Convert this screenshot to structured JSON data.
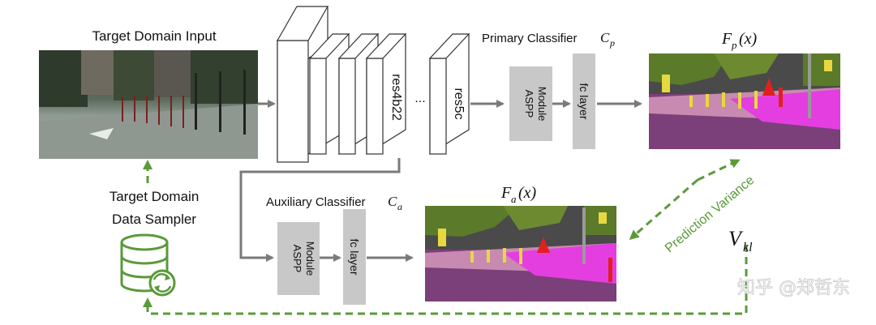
{
  "labels": {
    "target_input": "Target Domain Input",
    "sampler_line1": "Target Domain",
    "sampler_line2": "Data Sampler",
    "primary_text": "Primary Classifier",
    "primary_math": "C",
    "primary_sub": "p",
    "aux_text": "Auxiliary Classifier",
    "aux_math": "C",
    "aux_sub": "a",
    "res4b22": "res4b22",
    "res5c": "res5c",
    "dots": "...",
    "aspp_line1": "ASPP",
    "aspp_line2": "Module",
    "fc_layer": "fc layer",
    "fp_math": "F",
    "fp_sub": "p",
    "fp_arg": "(x)",
    "fa_math": "F",
    "fa_sub": "a",
    "fa_arg": "(x)",
    "pred_variance": "Prediction Variance",
    "vkl_math": "V",
    "vkl_sub": "kl",
    "watermark": "知乎 @郑哲东"
  },
  "colors": {
    "arrow_gray": "#7a7a7a",
    "box_gray": "#c8c8c8",
    "accent_green": "#5a9a3a",
    "seg_purple": "#7b3f7a",
    "seg_pink": "#e43ee0",
    "seg_vegetation": "#5b7a2a",
    "seg_building": "#4a4a4a",
    "seg_yellow": "#e8d840",
    "seg_red": "#e02020"
  },
  "icons": [
    "database-icon",
    "refresh-icon"
  ]
}
